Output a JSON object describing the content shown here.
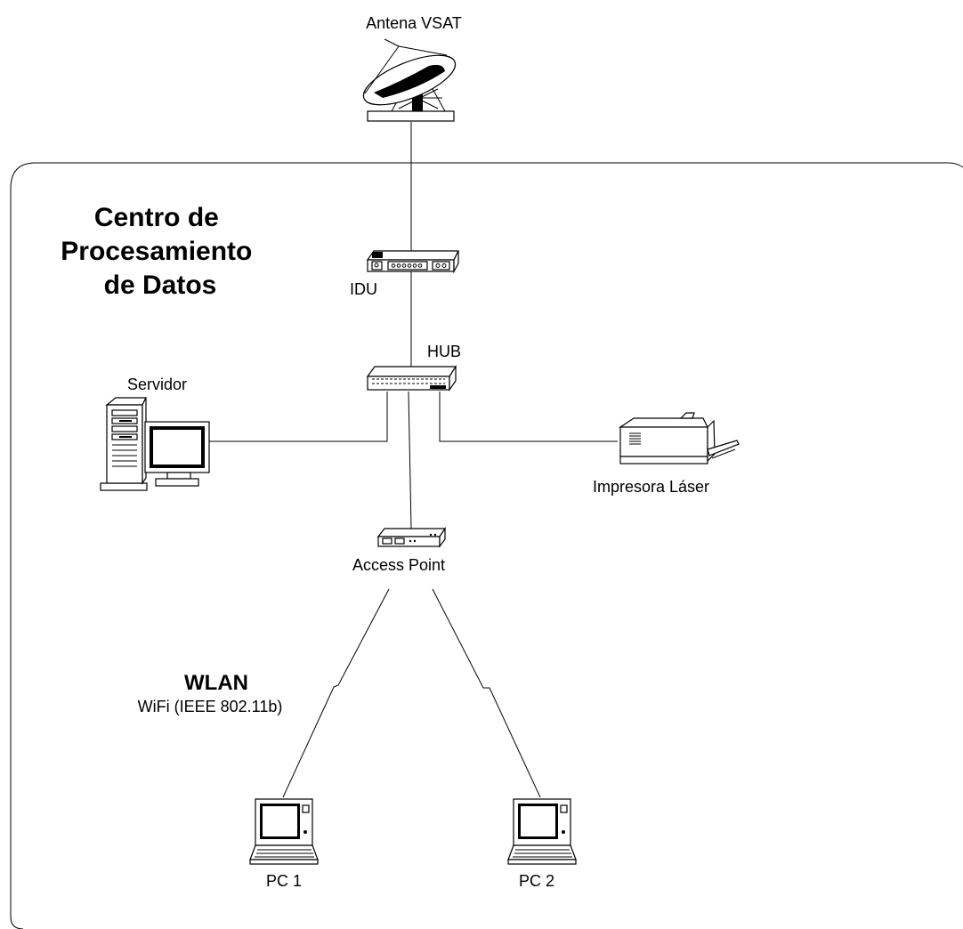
{
  "diagram": {
    "region_title": [
      "Centro de",
      "Procesamiento",
      "de Datos"
    ],
    "nodes": {
      "antenna": "Antena VSAT",
      "idu": "IDU",
      "hub": "HUB",
      "server": "Servidor",
      "printer": "Impresora Láser",
      "access_point": "Access Point",
      "pc1": "PC 1",
      "pc2": "PC 2"
    },
    "wlan": {
      "title": "WLAN",
      "subtitle": "WiFi (IEEE 802.11b)"
    },
    "links": [
      {
        "from": "antenna",
        "to": "idu",
        "type": "wired"
      },
      {
        "from": "idu",
        "to": "hub",
        "type": "wired"
      },
      {
        "from": "hub",
        "to": "server",
        "type": "wired"
      },
      {
        "from": "hub",
        "to": "printer",
        "type": "wired"
      },
      {
        "from": "hub",
        "to": "access_point",
        "type": "wired"
      },
      {
        "from": "access_point",
        "to": "pc1",
        "type": "wireless"
      },
      {
        "from": "access_point",
        "to": "pc2",
        "type": "wireless"
      }
    ]
  }
}
